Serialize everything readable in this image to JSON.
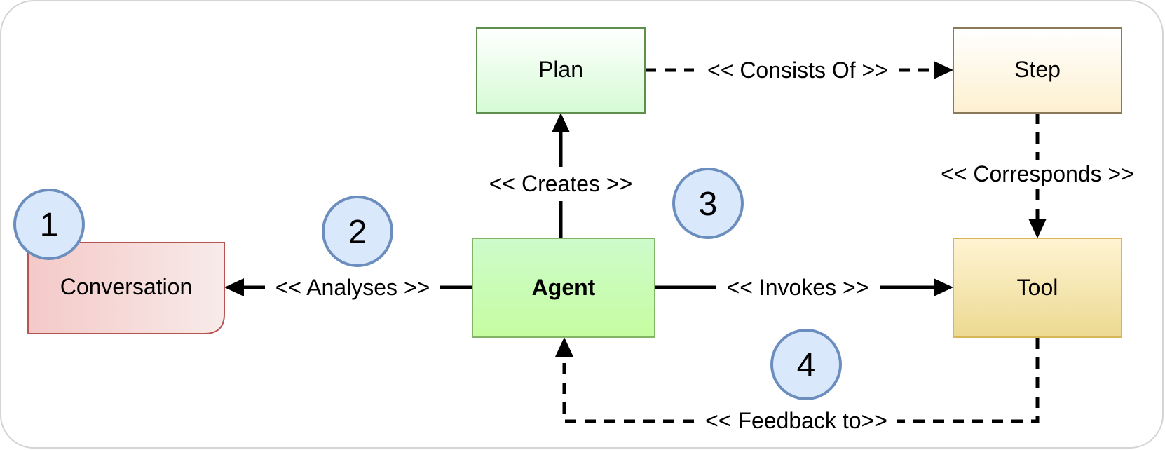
{
  "nodes": {
    "conversation": "Conversation",
    "agent": "Agent",
    "plan": "Plan",
    "step": "Step",
    "tool": "Tool"
  },
  "edges": {
    "analyses": "<< Analyses >>",
    "creates": "<< Creates >>",
    "consists_of": "<< Consists Of >>",
    "corresponds": "<< Corresponds >>",
    "invokes": "<< Invokes >>",
    "feedback": "<< Feedback to>>"
  },
  "badges": [
    "1",
    "2",
    "3",
    "4"
  ],
  "colors": {
    "conversation_fill_start": "#f4c9c8",
    "conversation_fill_end": "#f7ebe9",
    "conversation_stroke": "#b85450",
    "agent_fill_start": "#cdfbcc",
    "agent_fill_end": "#c6fda0",
    "agent_stroke": "#82b366",
    "plan_fill_start": "#ffffff",
    "plan_fill_end": "#d5fbd4",
    "plan_stroke": "#5f8f4c",
    "step_fill_start": "#ffffff",
    "step_fill_end": "#fdf0d0",
    "step_stroke": "#8a7a5a",
    "tool_fill_start": "#fff4d3",
    "tool_fill_end": "#ecd991",
    "tool_stroke": "#d6b656",
    "badge_fill": "#dae8fc",
    "badge_stroke": "#6c8ebf"
  }
}
